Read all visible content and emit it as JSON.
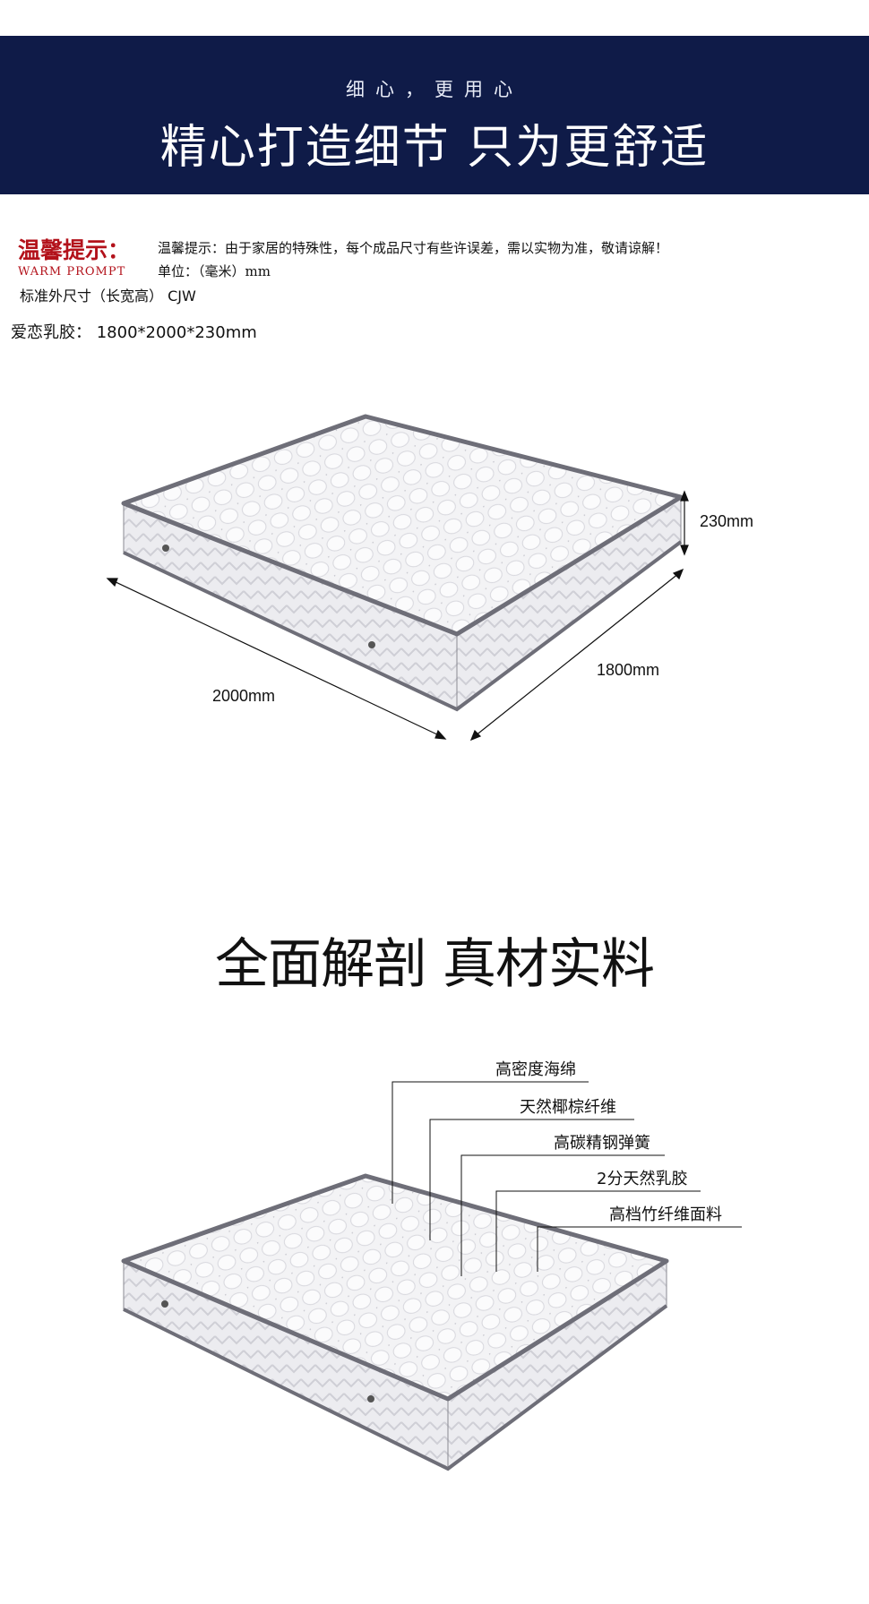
{
  "banner": {
    "subtitle": "细心，更用心",
    "title": "精心打造细节 只为更舒适",
    "background": "#0f1b48"
  },
  "tips": {
    "heading": "温馨提示：",
    "heading_en": "WARM PROMPT",
    "text": "温馨提示：由于家居的特殊性，每个成品尺寸有些许误差，需以实物为准，敬请谅解！",
    "unit": "单位：（毫米）mm",
    "standard_size": "标准外尺寸（长宽高）  CJW",
    "accent": "#b3121b"
  },
  "product_size": "爱恋乳胶：  1800*2000*230mm",
  "dimensions": {
    "height": "230mm",
    "width": "1800mm",
    "length": "2000mm"
  },
  "section2": {
    "title": "全面解剖 真材实料",
    "layers": [
      "高密度海绵",
      "天然椰棕纤维",
      "高碳精钢弹簧",
      "2分天然乳胶",
      "高档竹纤维面料"
    ]
  }
}
